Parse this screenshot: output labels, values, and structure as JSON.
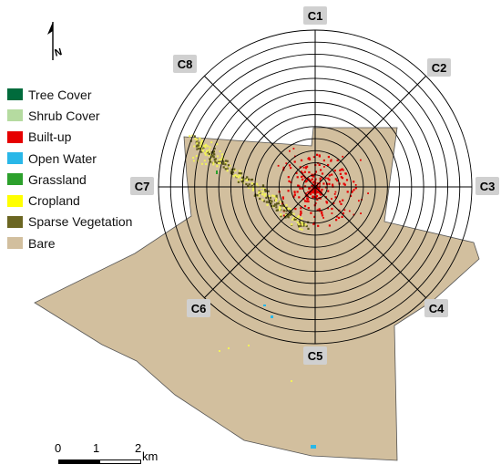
{
  "map": {
    "colors": {
      "bare": "#d2bf9e",
      "built_up": "#e60000",
      "cropland": "#f2f25a",
      "sparse_vegetation": "#5e5a1e",
      "open_water": "#29b7e8",
      "grassland": "#2ca02c",
      "ring_stroke": "#000000",
      "label_box": "#d0d0d0"
    },
    "rings": {
      "count": 13
    },
    "sectors": [
      {
        "label": "C1"
      },
      {
        "label": "C2"
      },
      {
        "label": "C3"
      },
      {
        "label": "C4"
      },
      {
        "label": "C5"
      },
      {
        "label": "C6"
      },
      {
        "label": "C7"
      },
      {
        "label": "C8"
      }
    ]
  },
  "legend": {
    "items": [
      {
        "label": "Tree Cover",
        "color": "#006b3c"
      },
      {
        "label": "Shrub Cover",
        "color": "#b5dba0"
      },
      {
        "label": "Built-up",
        "color": "#e60000"
      },
      {
        "label": "Open Water",
        "color": "#29b7e8"
      },
      {
        "label": "Grassland",
        "color": "#2ca02c"
      },
      {
        "label": "Cropland",
        "color": "#ffff00"
      },
      {
        "label": "Sparse Vegetation",
        "color": "#6b6622"
      },
      {
        "label": "Bare",
        "color": "#d2bf9e"
      }
    ]
  },
  "north_arrow": {
    "label": "N",
    "icon": "north-arrow-icon"
  },
  "scale_bar": {
    "ticks": [
      "0",
      "1",
      "2"
    ],
    "unit": "km"
  }
}
